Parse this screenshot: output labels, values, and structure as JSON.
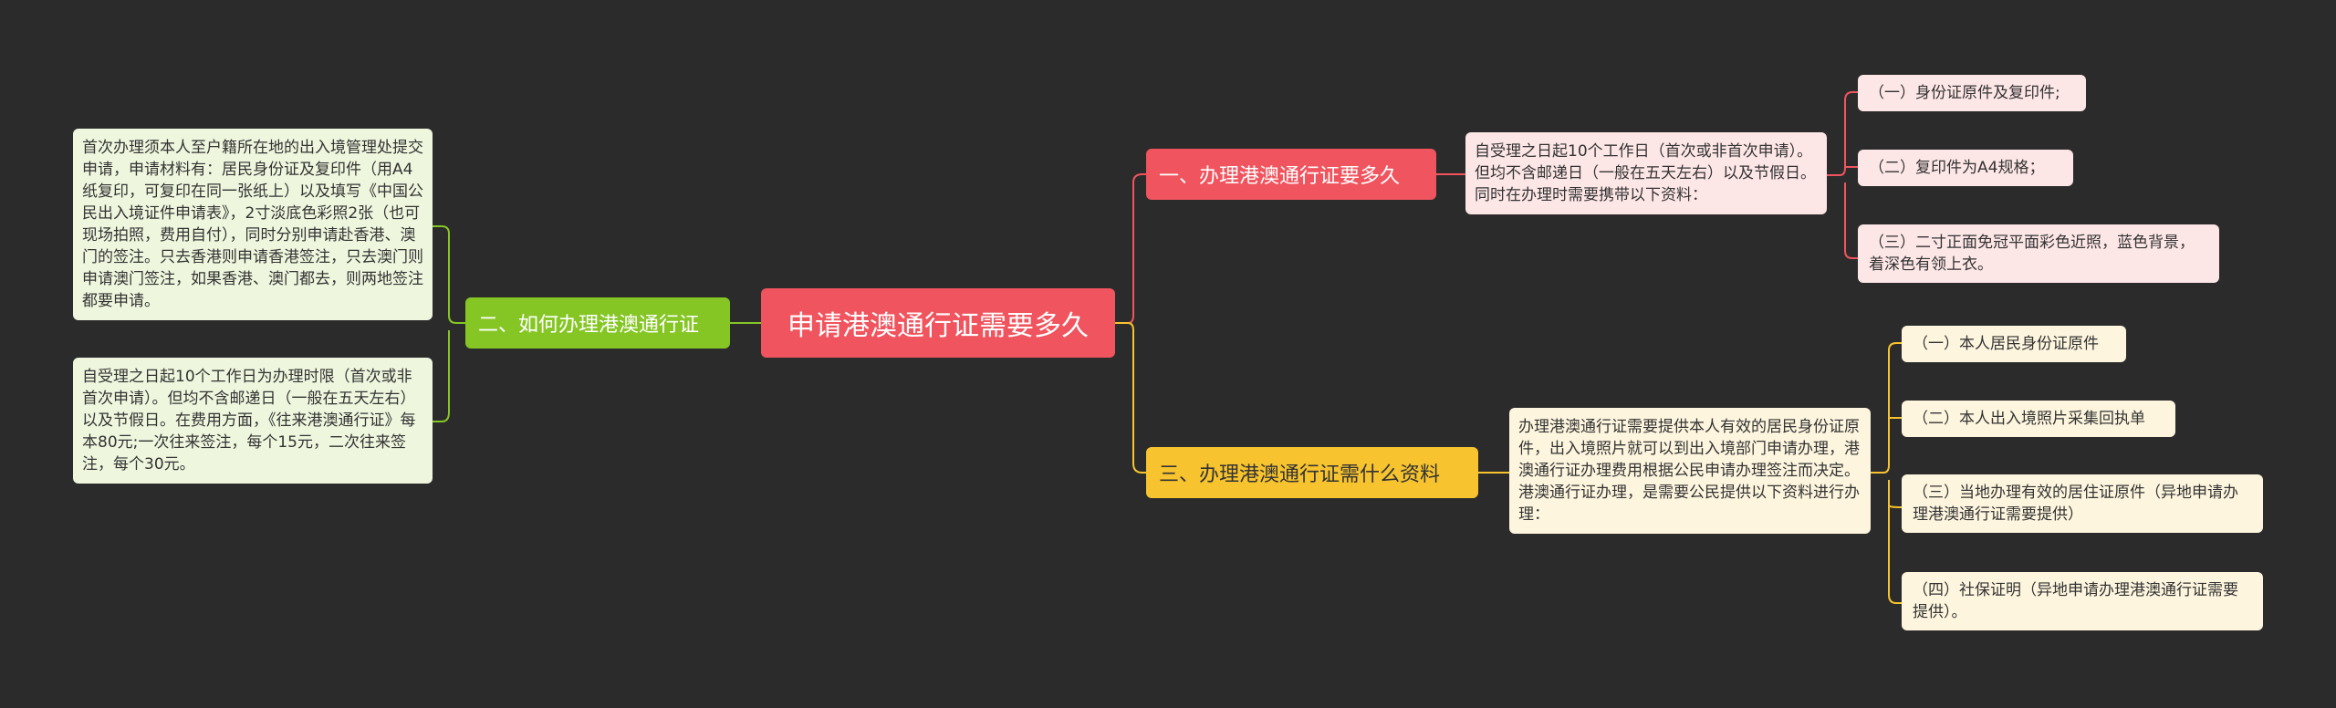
{
  "root": {
    "label": "申请港澳通行证需要多久"
  },
  "branches": [
    {
      "label": "一、办理港澳通行证要多久",
      "text": "自受理之日起10个工作日（首次或非首次申请）。但均不含邮递日（一般在五天左右）以及节假日。同时在办理时需要携带以下资料：",
      "leaves": [
        "（一）身份证原件及复印件;",
        "（二）复印件为A4规格；",
        "（三）二寸正面免冠平面彩色近照，蓝色背景，着深色有领上衣。"
      ]
    },
    {
      "label": "二、如何办理港澳通行证",
      "texts": [
        "首次办理须本人至户籍所在地的出入境管理处提交申请，申请材料有：居民身份证及复印件（用A4纸复印，可复印在同一张纸上）以及填写《中国公民出入境证件申请表》，2寸淡底色彩照2张（也可现场拍照，费用自付），同时分别申请赴香港、澳门的签注。只去香港则申请香港签注，只去澳门则申请澳门签注，如果香港、澳门都去，则两地签注都要申请。",
        "自受理之日起10个工作日为办理时限（首次或非首次申请）。但均不含邮递日（一般在五天左右）以及节假日。在费用方面，《往来港澳通行证》每本80元;一次往来签注，每个15元，二次往来签注，每个30元。"
      ]
    },
    {
      "label": "三、办理港澳通行证需什么资料",
      "text": "办理港澳通行证需要提供本人有效的居民身份证原件，出入境照片就可以到出入境部门申请办理，港澳通行证办理费用根据公民申请办理签注而决定。 港澳通行证办理，是需要公民提供以下资料进行办理：",
      "leaves": [
        "（一）本人居民身份证原件",
        "（二）本人出入境照片采集回执单",
        "（三）当地办理有效的居住证原件（异地申请办理港澳通行证需要提供）",
        "（四）社保证明（异地申请办理港澳通行证需要提供）。"
      ]
    }
  ],
  "colors": {
    "background": "#2b2b2b",
    "red": "#f0545e",
    "green": "#85c625",
    "yellow": "#f7c32e",
    "pink_bg": "#fde6e6",
    "green_bg": "#eef7de",
    "yellow_bg": "#fdf5de"
  }
}
